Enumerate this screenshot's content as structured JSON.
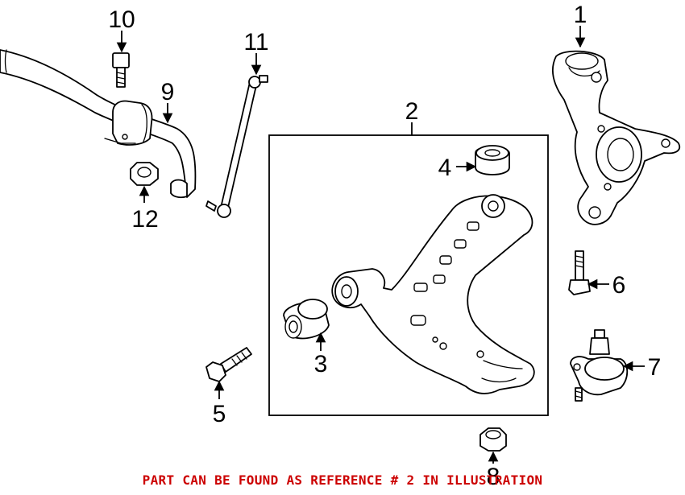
{
  "callouts": {
    "c1": "1",
    "c2": "2",
    "c3": "3",
    "c4": "4",
    "c5": "5",
    "c6": "6",
    "c7": "7",
    "c8": "8",
    "c9": "9",
    "c10": "10",
    "c11": "11",
    "c12": "12"
  },
  "footer": {
    "note": "PART CAN BE FOUND AS REFERENCE # 2 IN ILLUSTRATION",
    "color": "#cc0000"
  },
  "colors": {
    "line": "#000000",
    "background": "#ffffff"
  }
}
